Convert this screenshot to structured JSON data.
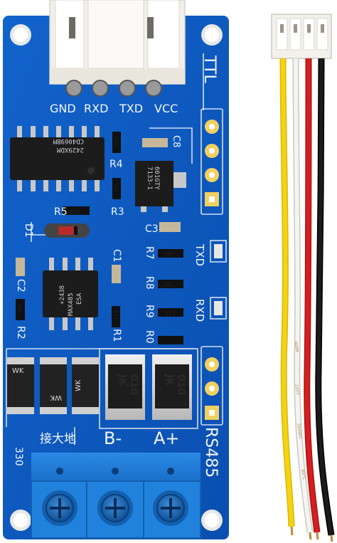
{
  "board": {
    "header_pins": [
      "GND",
      "RXD",
      "TXD",
      "VCC"
    ],
    "ttl_label": "TTL",
    "rs485_label": "RS485",
    "b_minus": "B-",
    "a_plus": "A+",
    "ground_label": "接大地",
    "num_330": "330",
    "refs": {
      "c8": "C8",
      "r4": "R4",
      "r5": "R5",
      "r3": "R3",
      "d1": "D1",
      "c3": "C3",
      "c1": "C1",
      "r7": "R7",
      "r8": "R8",
      "r9": "R9",
      "r0": "R0",
      "c2": "C2",
      "r2": "R2",
      "r1": "R1",
      "txd": "TXD",
      "rxd": "RXD"
    },
    "smd": {
      "r4": "472",
      "r3": "472",
      "r5": "563",
      "r7": "2K2",
      "r8": "2K2",
      "r9": "121",
      "r2": "472",
      "r1": "472"
    },
    "chips": {
      "cd4069": [
        "CD4069BM",
        "2429XDM"
      ],
      "ldo": [
        "7133-1",
        "601GTY"
      ],
      "max485": [
        "MAX485",
        "ESA",
        "+2438"
      ]
    },
    "tvs": [
      "WK",
      "WK",
      "WK"
    ],
    "jk": [
      "JK",
      "010"
    ]
  },
  "cable": {
    "print": [
      "AWM",
      "1007",
      "26AWG",
      "80°C"
    ]
  },
  "colors": {
    "pcb": "#0d5bc4",
    "terminal": "#1f7fdc",
    "wire_yellow": "#f4d312",
    "wire_white": "#f4f4f0",
    "wire_red": "#d61e1e",
    "wire_black": "#1b1b1b"
  }
}
